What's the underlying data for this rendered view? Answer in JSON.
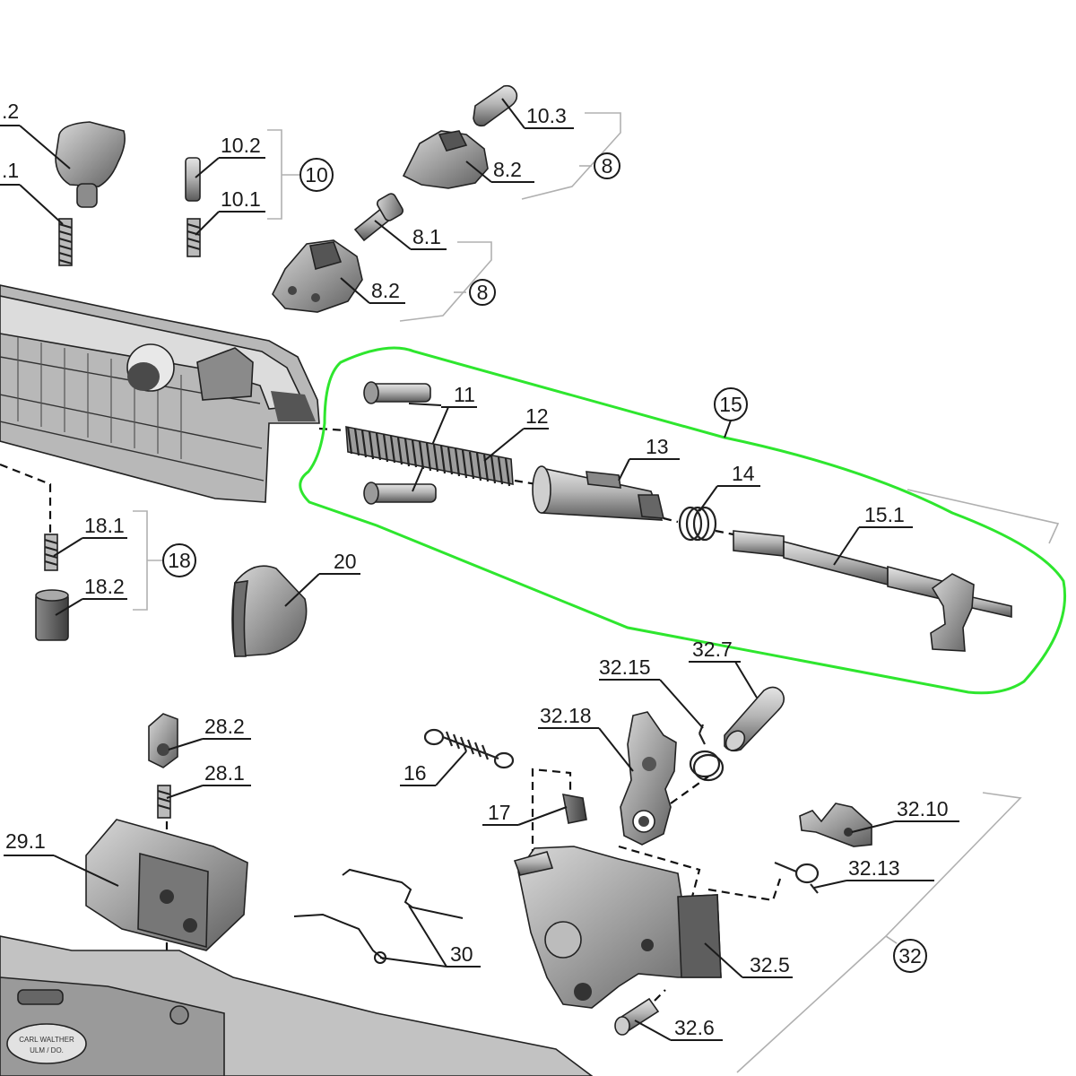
{
  "labels": {
    "l_2": ".2",
    "l_1": ".1",
    "l_10_2": "10.2",
    "l_10_1": "10.1",
    "l_10_3": "10.3",
    "l_8_2_top": "8.2",
    "l_8_1": "8.1",
    "l_8_2_bottom": "8.2",
    "l_11": "11",
    "l_12": "12",
    "l_13": "13",
    "l_14": "14",
    "l_15_1": "15.1",
    "l_18_1": "18.1",
    "l_18_2": "18.2",
    "l_20": "20",
    "l_28_2": "28.2",
    "l_28_1": "28.1",
    "l_29_1": "29.1",
    "l_30": "30",
    "l_16": "16",
    "l_17": "17",
    "l_32_15": "32.15",
    "l_32_7": "32.7",
    "l_32_18": "32.18",
    "l_32_10": "32.10",
    "l_32_13": "32.13",
    "l_32_5": "32.5",
    "l_32_6": "32.6"
  },
  "groups": {
    "g_10": "10",
    "g_8_top": "8",
    "g_8_bottom": "8",
    "g_15": "15",
    "g_18": "18",
    "g_32": "32"
  },
  "frame_marking": [
    "CARL WALTHER",
    "ULM / DO."
  ],
  "colors": {
    "highlight": "#2ee62e",
    "part_fill": "#a9a9a9",
    "line": "#1a1a1a"
  }
}
